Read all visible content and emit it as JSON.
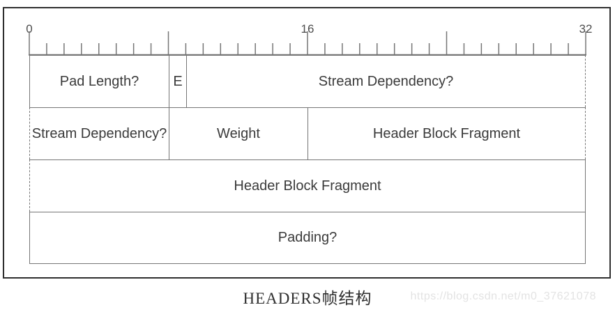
{
  "ruler": {
    "total_bits": 32,
    "labels": [
      {
        "text": "0",
        "bit": 0
      },
      {
        "text": "16",
        "bit": 16
      },
      {
        "text": "32",
        "bit": 32
      }
    ]
  },
  "frame_diagram": {
    "rows": [
      {
        "cells": [
          {
            "label": "Pad Length?",
            "bits": 8
          },
          {
            "label": "E",
            "bits": 1
          },
          {
            "label": "Stream Dependency?",
            "bits": 23
          }
        ]
      },
      {
        "cells": [
          {
            "label": "Stream Dependency?",
            "bits": 8
          },
          {
            "label": "Weight",
            "bits": 8
          },
          {
            "label": "Header Block Fragment",
            "bits": 16
          }
        ]
      },
      {
        "cells": [
          {
            "label": "Header Block Fragment",
            "bits": 32
          }
        ]
      },
      {
        "cells": [
          {
            "label": "Padding?",
            "bits": 32
          }
        ]
      }
    ]
  },
  "caption": "HEADERS帧结构",
  "watermark": "https://blog.csdn.net/m0_37621078",
  "colors": {
    "box_border": "#757575",
    "outer_frame": "#2e2e2e",
    "text": "#3a3a3a",
    "watermark": "#e3e3e3"
  }
}
